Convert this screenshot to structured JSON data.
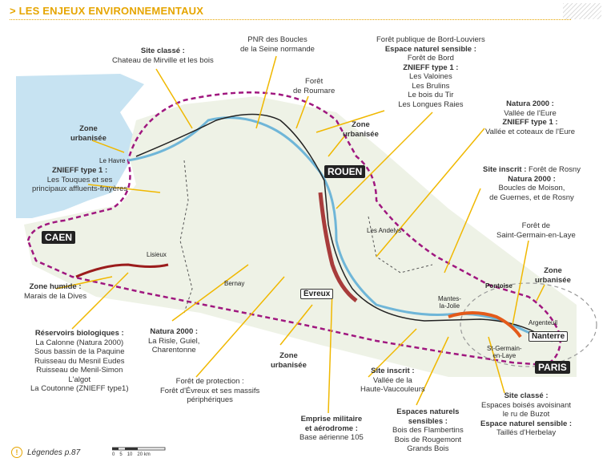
{
  "header": {
    "title": "> LES ENJEUX ENVIRONNEMENTAUX"
  },
  "cities": {
    "caen": "CAEN",
    "rouen": "ROUEN",
    "paris": "PARIS",
    "evreux": "Évreux",
    "nanterre": "Nanterre"
  },
  "towns": {
    "le_havre": "Le Havre",
    "lisieux": "Lisieux",
    "bernay": "Bernay",
    "les_andelys": "Les Andelys",
    "mantes": "Mantes-\nla-Jolie",
    "pontoise": "Pontoise",
    "argenteuil": "Argenteuil",
    "saint_germain": "St-Germain-\nen-Laye"
  },
  "annotations": {
    "site_classe_mirville": {
      "title": "Site classé :",
      "lines": [
        "Chateau de Mirville et les bois"
      ]
    },
    "pnr": {
      "lines": [
        "PNR des Boucles",
        "de la Seine normande"
      ]
    },
    "foret_roumare": {
      "lines": [
        "Forêt",
        "de Roumare"
      ]
    },
    "bord_louviers": {
      "lines": [
        "Forêt publique de Bord-Louviers"
      ],
      "title2": "Espace naturel sensible :",
      "lines2": [
        "Forêt de Bord"
      ],
      "title3": "ZNIEFF type 1 :",
      "lines3": [
        "Les Valoines",
        "Les Brulins",
        "Le bois du Tir",
        "Les Longues Raies"
      ]
    },
    "natura_eure": {
      "title": "Natura 2000 :",
      "lines": [
        "Vallée de l'Eure"
      ],
      "title2": "ZNIEFF type 1 :",
      "lines2": [
        "Vallée et coteaux de l'Eure"
      ]
    },
    "zone_urb_havre": {
      "lines": [
        "Zone",
        "urbanisée"
      ]
    },
    "zone_urb_rouen": {
      "lines": [
        "Zone",
        "urbanisée"
      ]
    },
    "znieff_touques": {
      "title": "ZNIEFF type 1 :",
      "lines": [
        "Les Touques et ses",
        "principaux affluents-frayères"
      ]
    },
    "rosny": {
      "title": "Site inscrit :",
      "inline": "Forêt de Rosny",
      "title2": "Natura 2000 :",
      "lines2": [
        "Boucles de Moison,",
        "de Guernes, et de Rosny"
      ]
    },
    "foret_st_germain": {
      "lines": [
        "Forêt de",
        "Saint-Germain-en-Laye"
      ]
    },
    "zone_urb_paris": {
      "lines": [
        "Zone",
        "urbanisée"
      ]
    },
    "zone_humide": {
      "title": "Zone humide :",
      "lines": [
        "Marais de la Dives"
      ]
    },
    "reservoirs": {
      "title": "Réservoirs biologiques :",
      "lines": [
        "La Calonne (Natura 2000)",
        "Sous bassin de la Paquine",
        "Ruisseau du Mesnil Eudes",
        "Ruisseau de Menil-Simon",
        "L'algot",
        "La Coutonne (ZNIEFF type1)"
      ]
    },
    "natura_risle": {
      "title": "Natura 2000 :",
      "lines": [
        "La Risle, Guiel,",
        "Charentonne"
      ]
    },
    "zone_urb_evreux": {
      "lines": [
        "Zone",
        "urbanisée"
      ]
    },
    "foret_evreux": {
      "lines": [
        "Forêt de protection :",
        "Forêt d'Évreux et ses massifs",
        "périphériques"
      ]
    },
    "site_inscrit_vaucouleurs": {
      "title": "Site inscrit :",
      "lines": [
        "Vallée de la",
        "Haute-Vaucouleurs"
      ]
    },
    "emprise": {
      "title": "Emprise militaire",
      "title_b": "et aérodrome :",
      "lines": [
        "Base aérienne 105"
      ]
    },
    "ens_flambertins": {
      "title": "Espaces naturels",
      "title_b": "sensibles :",
      "lines": [
        "Bois des Flambertins",
        "Bois de Rougemont",
        "Grands Bois"
      ]
    },
    "site_classe_buzot": {
      "title": "Site classé :",
      "lines": [
        "Espaces boisés avoisinant",
        "le ru de Buzot"
      ],
      "title2": "Espace naturel sensible :",
      "lines2": [
        "Taillés d'Herbelay"
      ]
    }
  },
  "footer": {
    "legend_ref": "Légendes p.87",
    "scale_labels": [
      "0",
      "5",
      "10",
      "20 km"
    ]
  },
  "colors": {
    "accent": "#e6a500",
    "route": "#a0177f",
    "sea": "#b9dcef",
    "corridor": "#9b1c1c"
  }
}
